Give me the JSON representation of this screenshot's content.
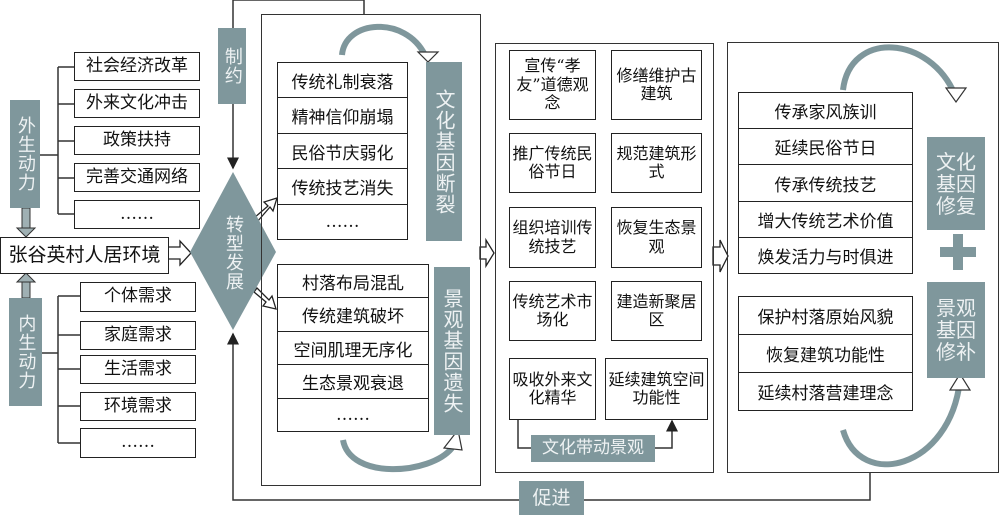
{
  "external_driver": {
    "label": "外生动力",
    "items": [
      "社会经济改革",
      "外来文化冲击",
      "政策扶持",
      "完善交通网络",
      "……"
    ]
  },
  "internal_driver": {
    "label": "内生动力",
    "items": [
      "个体需求",
      "家庭需求",
      "生活需求",
      "环境需求",
      "……"
    ]
  },
  "center": {
    "label": "张谷英村人居环境"
  },
  "constraint": {
    "label": "制约"
  },
  "transformation": {
    "label": "转型发展"
  },
  "promotion": {
    "label": "促进"
  },
  "culture_loss": {
    "label": "文化基因断裂",
    "items": [
      "传统礼制衰落",
      "精神信仰崩塌",
      "民俗节庆弱化",
      "传统技艺消失",
      "……"
    ]
  },
  "landscape_loss": {
    "label": "景观基因遗失",
    "items": [
      "村落布局混乱",
      "传统建筑破坏",
      "空间肌理无序化",
      "生态景观衰退",
      "……"
    ]
  },
  "measures": {
    "items": [
      "宣传“孝友”道德观念",
      "修缮维护古建筑",
      "推广传统民俗节日",
      "规范建筑形式",
      "组织培训传统技艺",
      "恢复生态景观",
      "传统艺术市场化",
      "建造新聚居区",
      "吸收外来文化精华",
      "延续建筑空间功能性"
    ],
    "link_label": "文化带动景观"
  },
  "culture_repair": {
    "label": "文化基因修复",
    "items": [
      "传承家风族训",
      "延续民俗节日",
      "传承传统技艺",
      "增大传统艺术价值",
      "焕发活力与时俱进"
    ]
  },
  "landscape_repair": {
    "label": "景观基因修补",
    "items": [
      "保护村落原始风貌",
      "恢复建筑功能性",
      "延续村落营建理念"
    ]
  },
  "colors": {
    "gray": "#7f979c"
  }
}
